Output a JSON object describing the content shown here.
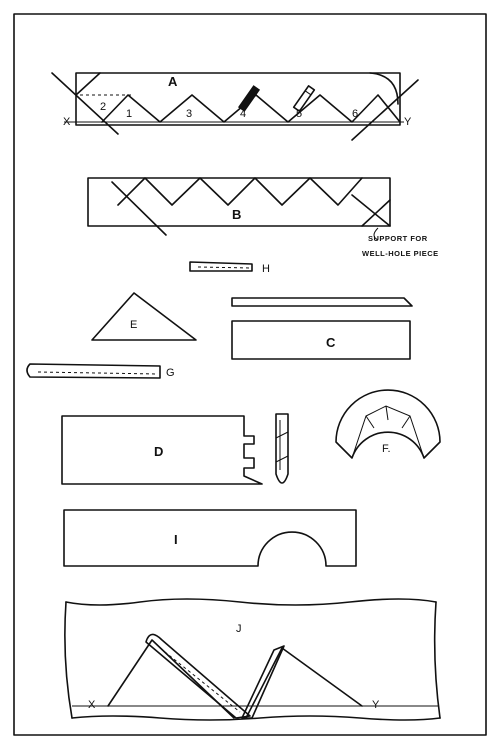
{
  "labels": {
    "a": "A",
    "b": "B",
    "c": "C",
    "d": "D",
    "e": "E",
    "f": "F.",
    "g": "G",
    "h": "H",
    "i": "I",
    "j": "J",
    "x_left": "X",
    "y_right": "Y"
  },
  "steps": [
    "1",
    "2",
    "3",
    "4",
    "5",
    "6"
  ],
  "note": {
    "line1": "SUPPORT FOR",
    "line2": "WELL-HOLE PIECE"
  }
}
